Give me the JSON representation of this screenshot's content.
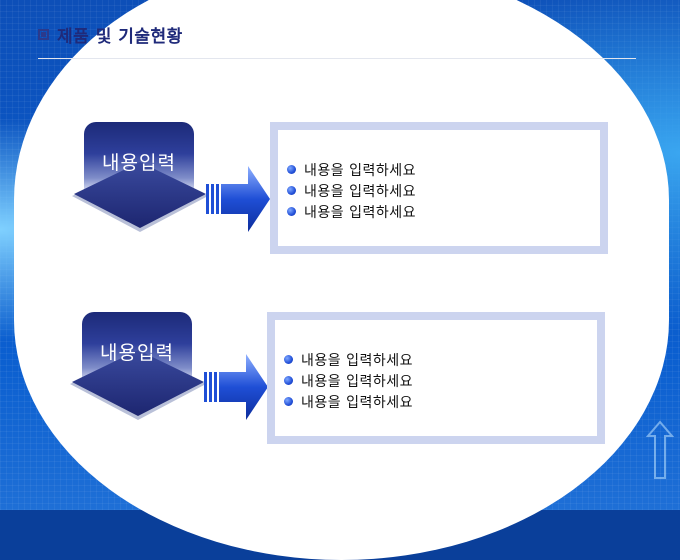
{
  "header": {
    "title": "제품 및 기술현황",
    "icon": "square-bullet-icon"
  },
  "groups": [
    {
      "label": "내용입력",
      "items": [
        "내용을 입력하세요",
        "내용을 입력하세요",
        "내용을 입력하세요"
      ]
    },
    {
      "label": "내용입력",
      "items": [
        "내용을 입력하세요",
        "내용을 입력하세요",
        "내용을 입력하세요"
      ]
    }
  ],
  "colors": {
    "tab_dark": "#1c2a78",
    "box_border": "#ccd4ef",
    "arrow_blue": "#1f4fd6",
    "bullet_blue": "#2250d8",
    "title": "#1f2a7a"
  }
}
